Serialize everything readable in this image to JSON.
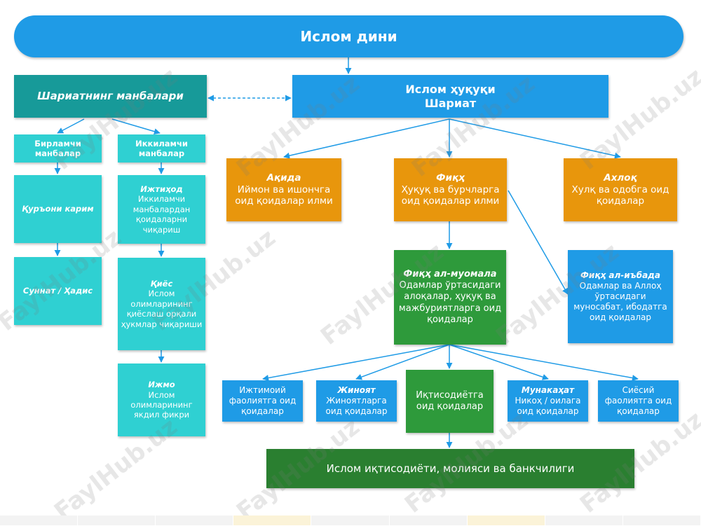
{
  "title": "Ислом дини",
  "shariat": {
    "line1": "Ислом ҳуқуқи",
    "line2": "Шариат"
  },
  "sources": {
    "title": "Шариатнинг манбалари",
    "primary": {
      "label": "Бирламчи манбалар",
      "items": [
        "Қуръони карим",
        "Суннат / Ҳадис"
      ]
    },
    "secondary": {
      "label": "Иккиламчи манбалар",
      "items": [
        {
          "name": "Ижтиҳод",
          "desc": "Иккиламчи манбалардан қоидаларни чиқариш"
        },
        {
          "name": "Қиёс",
          "desc": "Ислом олимларининг қиёслаш орқали ҳукмлар чиқариши"
        },
        {
          "name": "Ижмо",
          "desc": "Ислом олимларининг якдил фикри"
        }
      ]
    }
  },
  "branches": {
    "aqida": {
      "name": "Ақида",
      "desc": "Иймон ва ишончга оид қоидалар илми"
    },
    "fiqh": {
      "name": "Фиқҳ",
      "desc": "Ҳуқуқ ва бурчларга оид қоидалар илми"
    },
    "axloq": {
      "name": "Ахлоқ",
      "desc": "Хулқ ва одобга оид қоидалар"
    }
  },
  "muamala": {
    "name": "Фиқҳ ал-муомала",
    "desc": "Одамлар ўртасидаги алоқалар, ҳуқуқ ва мажбуриятларга оид қоидалар"
  },
  "ibada": {
    "name": "Фиқҳ ал-иъбада",
    "desc": "Одамлар ва Аллоҳ ўртасидаги муносабат, ибодатга оид қоидалар"
  },
  "subs": {
    "social": {
      "desc": "Ижтимоий фаолиятга оид қоидалар"
    },
    "crime": {
      "name": "Жиноят",
      "desc": "Жиноятларга оид қоидалар"
    },
    "economy": {
      "desc": "Иқтисодиётга оид қоидалар"
    },
    "marriage": {
      "name": "Мунакаҳат",
      "desc": "Никоҳ / оилага оид қоидалар"
    },
    "politics": {
      "desc": "Сиёсий фаолиятга оид қоидалар"
    }
  },
  "bottom": "Ислом иқтисодиёти, молияси ва банкчилиги",
  "watermark": "FaylHub.uz",
  "colors": {
    "blue": "#1f9be6",
    "teal_dark": "#179a99",
    "teal": "#2fd0d2",
    "orange": "#e8960c",
    "green": "#2e9a3b",
    "green_dark": "#2a7f30",
    "connector": "#1f9be6"
  }
}
